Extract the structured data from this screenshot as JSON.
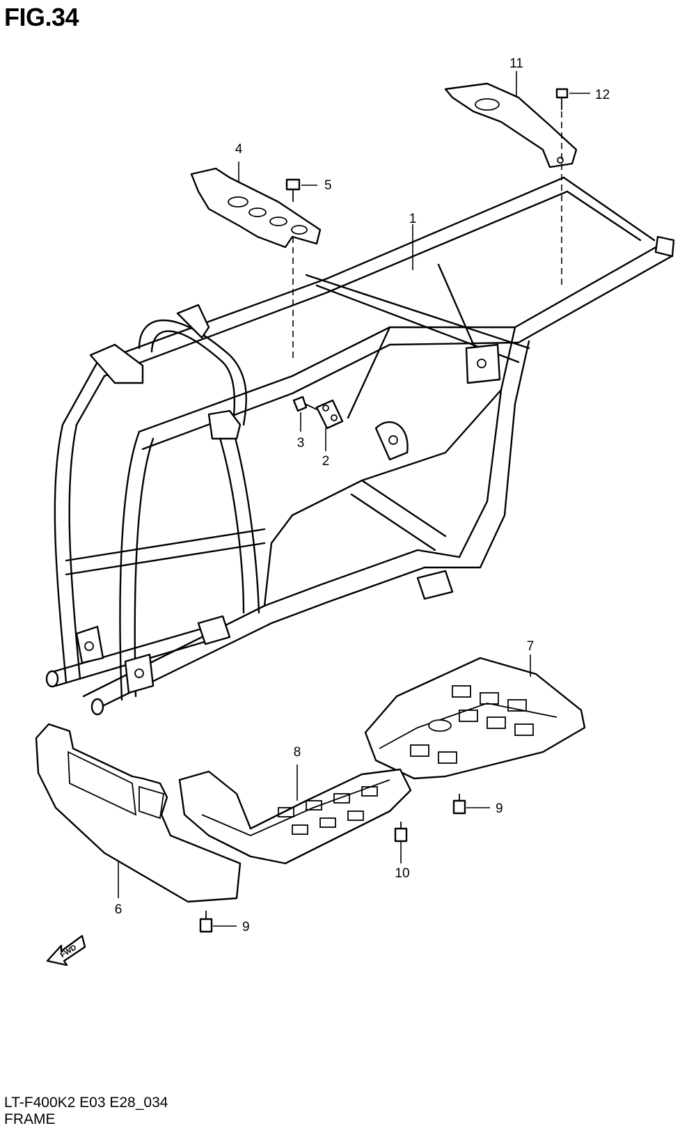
{
  "figure": {
    "title": "FIG.34"
  },
  "footer": {
    "model_code": "LT-F400K2 E03 E28_034",
    "section_name": "FRAME"
  },
  "fwd_arrow": {
    "text": "FWD"
  },
  "callouts": [
    {
      "id": "1",
      "part": "frame"
    },
    {
      "id": "2",
      "part": "bracket-plate"
    },
    {
      "id": "3",
      "part": "bolt"
    },
    {
      "id": "4",
      "part": "upper-bracket"
    },
    {
      "id": "5",
      "part": "bolt"
    },
    {
      "id": "6",
      "part": "front-guard"
    },
    {
      "id": "7",
      "part": "rear-skid-plate"
    },
    {
      "id": "8",
      "part": "front-skid-plate"
    },
    {
      "id": "9",
      "part": "bolt"
    },
    {
      "id": "9",
      "part": "bolt"
    },
    {
      "id": "10",
      "part": "bolt"
    },
    {
      "id": "11",
      "part": "rear-bracket"
    },
    {
      "id": "12",
      "part": "bolt"
    }
  ]
}
